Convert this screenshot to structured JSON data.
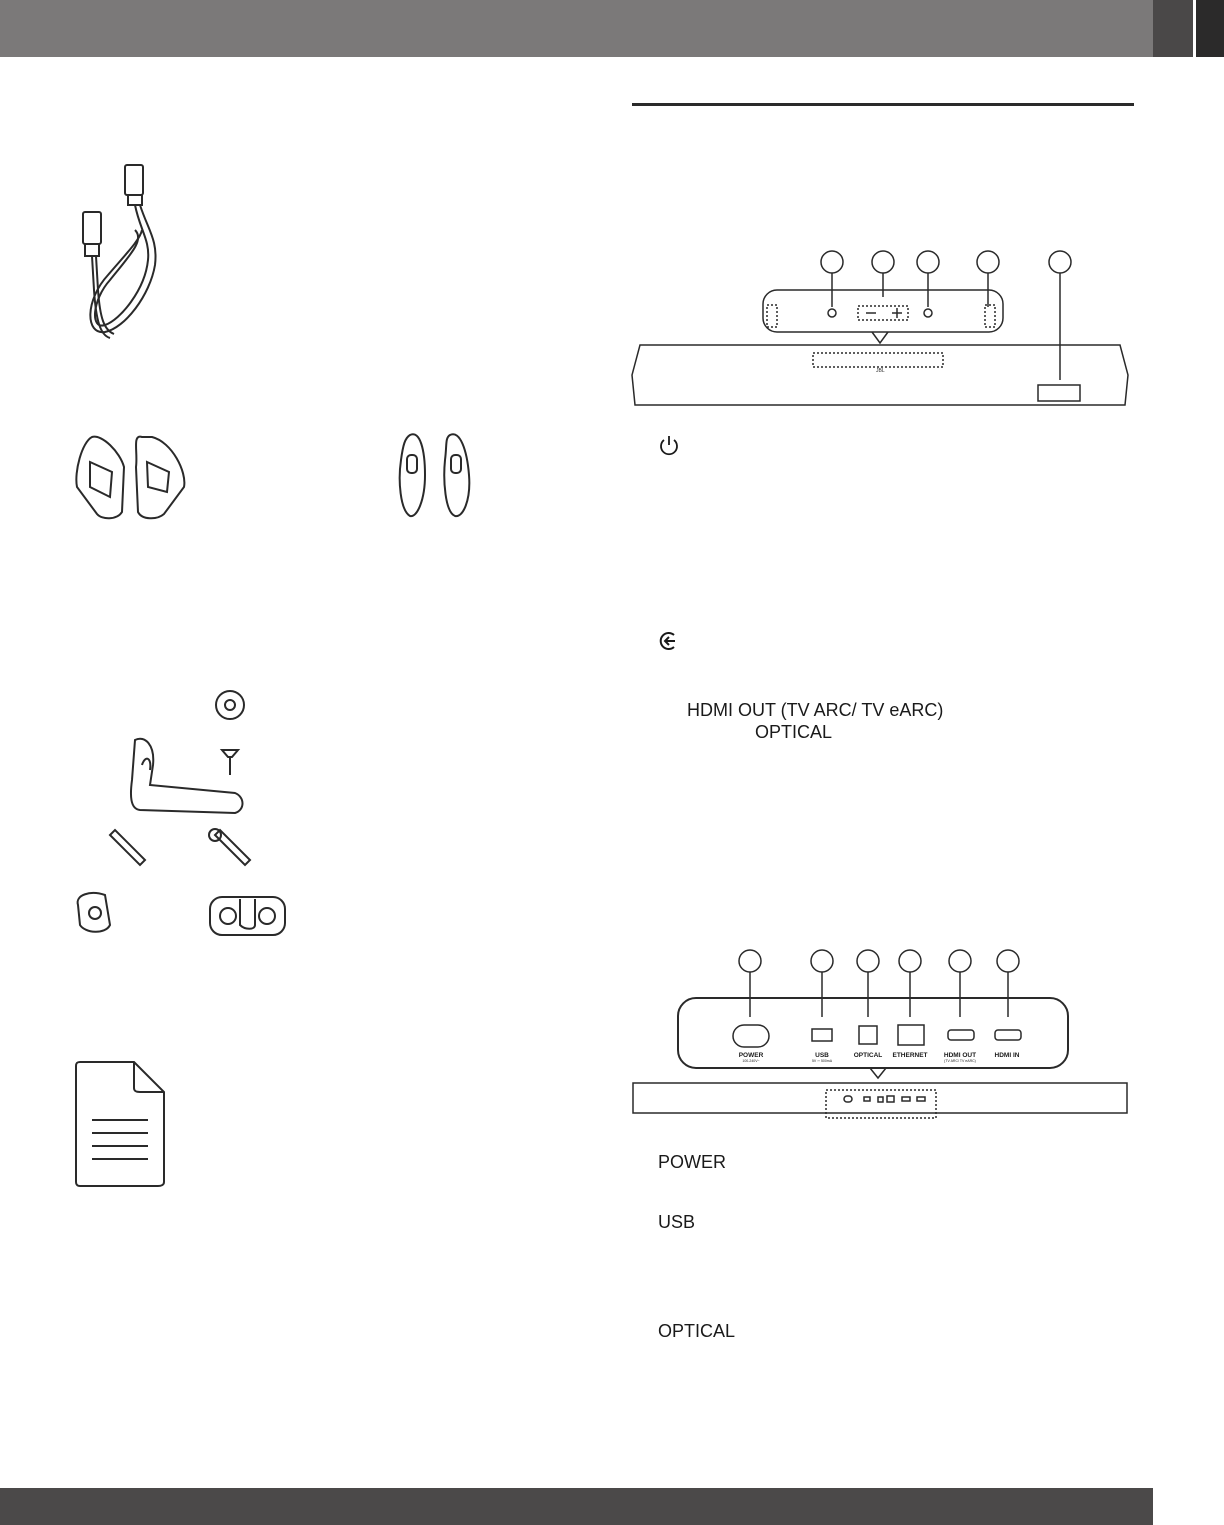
{
  "header": {
    "bar_color": "#7b7979"
  },
  "footer": {
    "bar_color": "#4b4949"
  },
  "accessories": {
    "hdmi_cable_icon": "hdmi-cable-icon",
    "feet_icon": "soundbar-feet-icon",
    "feet_alt_icon": "soundbar-feet-alt-icon",
    "wall_mount_icon": "wall-mount-kit-icon",
    "document_icon": "document-icon"
  },
  "top_panel": {
    "soundbar_logo": "JBL",
    "controls": {
      "power_icon": "power-icon",
      "source_icon": "source-input-icon"
    }
  },
  "hdmi_section": {
    "line1": "HDMI OUT (TV ARC/ TV eARC)",
    "line2": "OPTICAL"
  },
  "rear_panel": {
    "ports": [
      {
        "label": "POWER",
        "sub": "100-240V~"
      },
      {
        "label": "USB",
        "sub": "5V ⎓ 500mA"
      },
      {
        "label": "OPTICAL",
        "sub": ""
      },
      {
        "label": "ETHERNET",
        "sub": ""
      },
      {
        "label": "HDMI OUT",
        "sub": "(TV ARC/ TV eARC)"
      },
      {
        "label": "HDMI IN",
        "sub": ""
      }
    ]
  },
  "connector_list": {
    "power": "POWER",
    "usb": "USB",
    "optical": "OPTICAL"
  }
}
